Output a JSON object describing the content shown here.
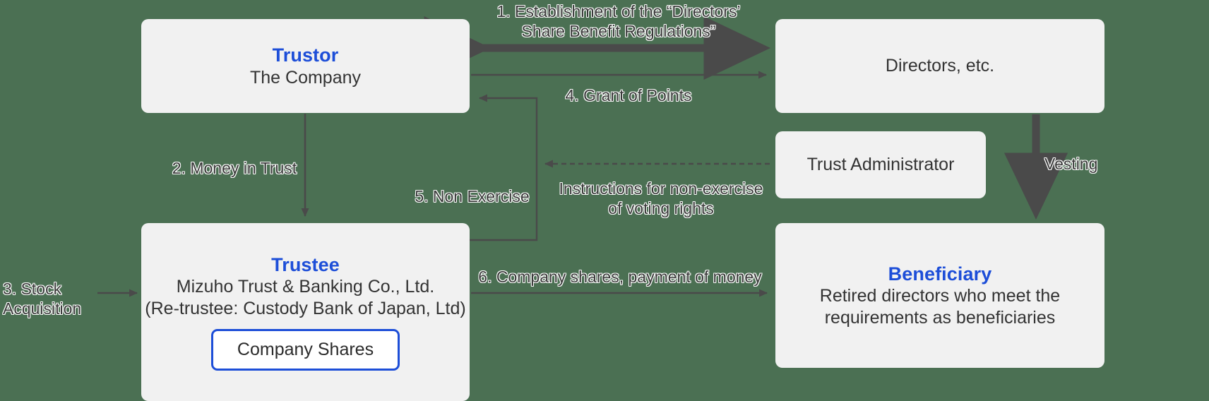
{
  "diagram": {
    "title": "Board Benefit Trust structure",
    "background_color": "#4b7053",
    "box_fill": "#f1f1f1",
    "accent_color": "#1d4ed8",
    "arrow_color": "#4a4a4a"
  },
  "boxes": {
    "trustor": {
      "title": "Trustor",
      "subtitle": "The Company"
    },
    "directors": {
      "label": "Directors, etc."
    },
    "trustee": {
      "title": "Trustee",
      "line1": "Mizuho Trust & Banking Co., Ltd.",
      "line2": "(Re-trustee: Custody Bank of Japan, Ltd)",
      "chip": "Company Shares"
    },
    "administrator": {
      "label": "Trust Administrator"
    },
    "beneficiary": {
      "title": "Beneficiary",
      "line1": "Retired directors who meet the",
      "line2": "requirements as beneficiaries"
    }
  },
  "edges": {
    "establishment": "1. Establishment of the “Directors’\nShare Benefit Regulations”",
    "grant_of_points": "4. Grant of Points",
    "money_in_trust": "2. Money in Trust",
    "non_exercise": "5. Non Exercise",
    "instructions": "Instructions for non-exercise\nof voting rights",
    "stock_acquisition": "3. Stock\nAcquisition",
    "company_shares_payment": "6. Company shares, payment of money",
    "vesting": "Vesting"
  }
}
